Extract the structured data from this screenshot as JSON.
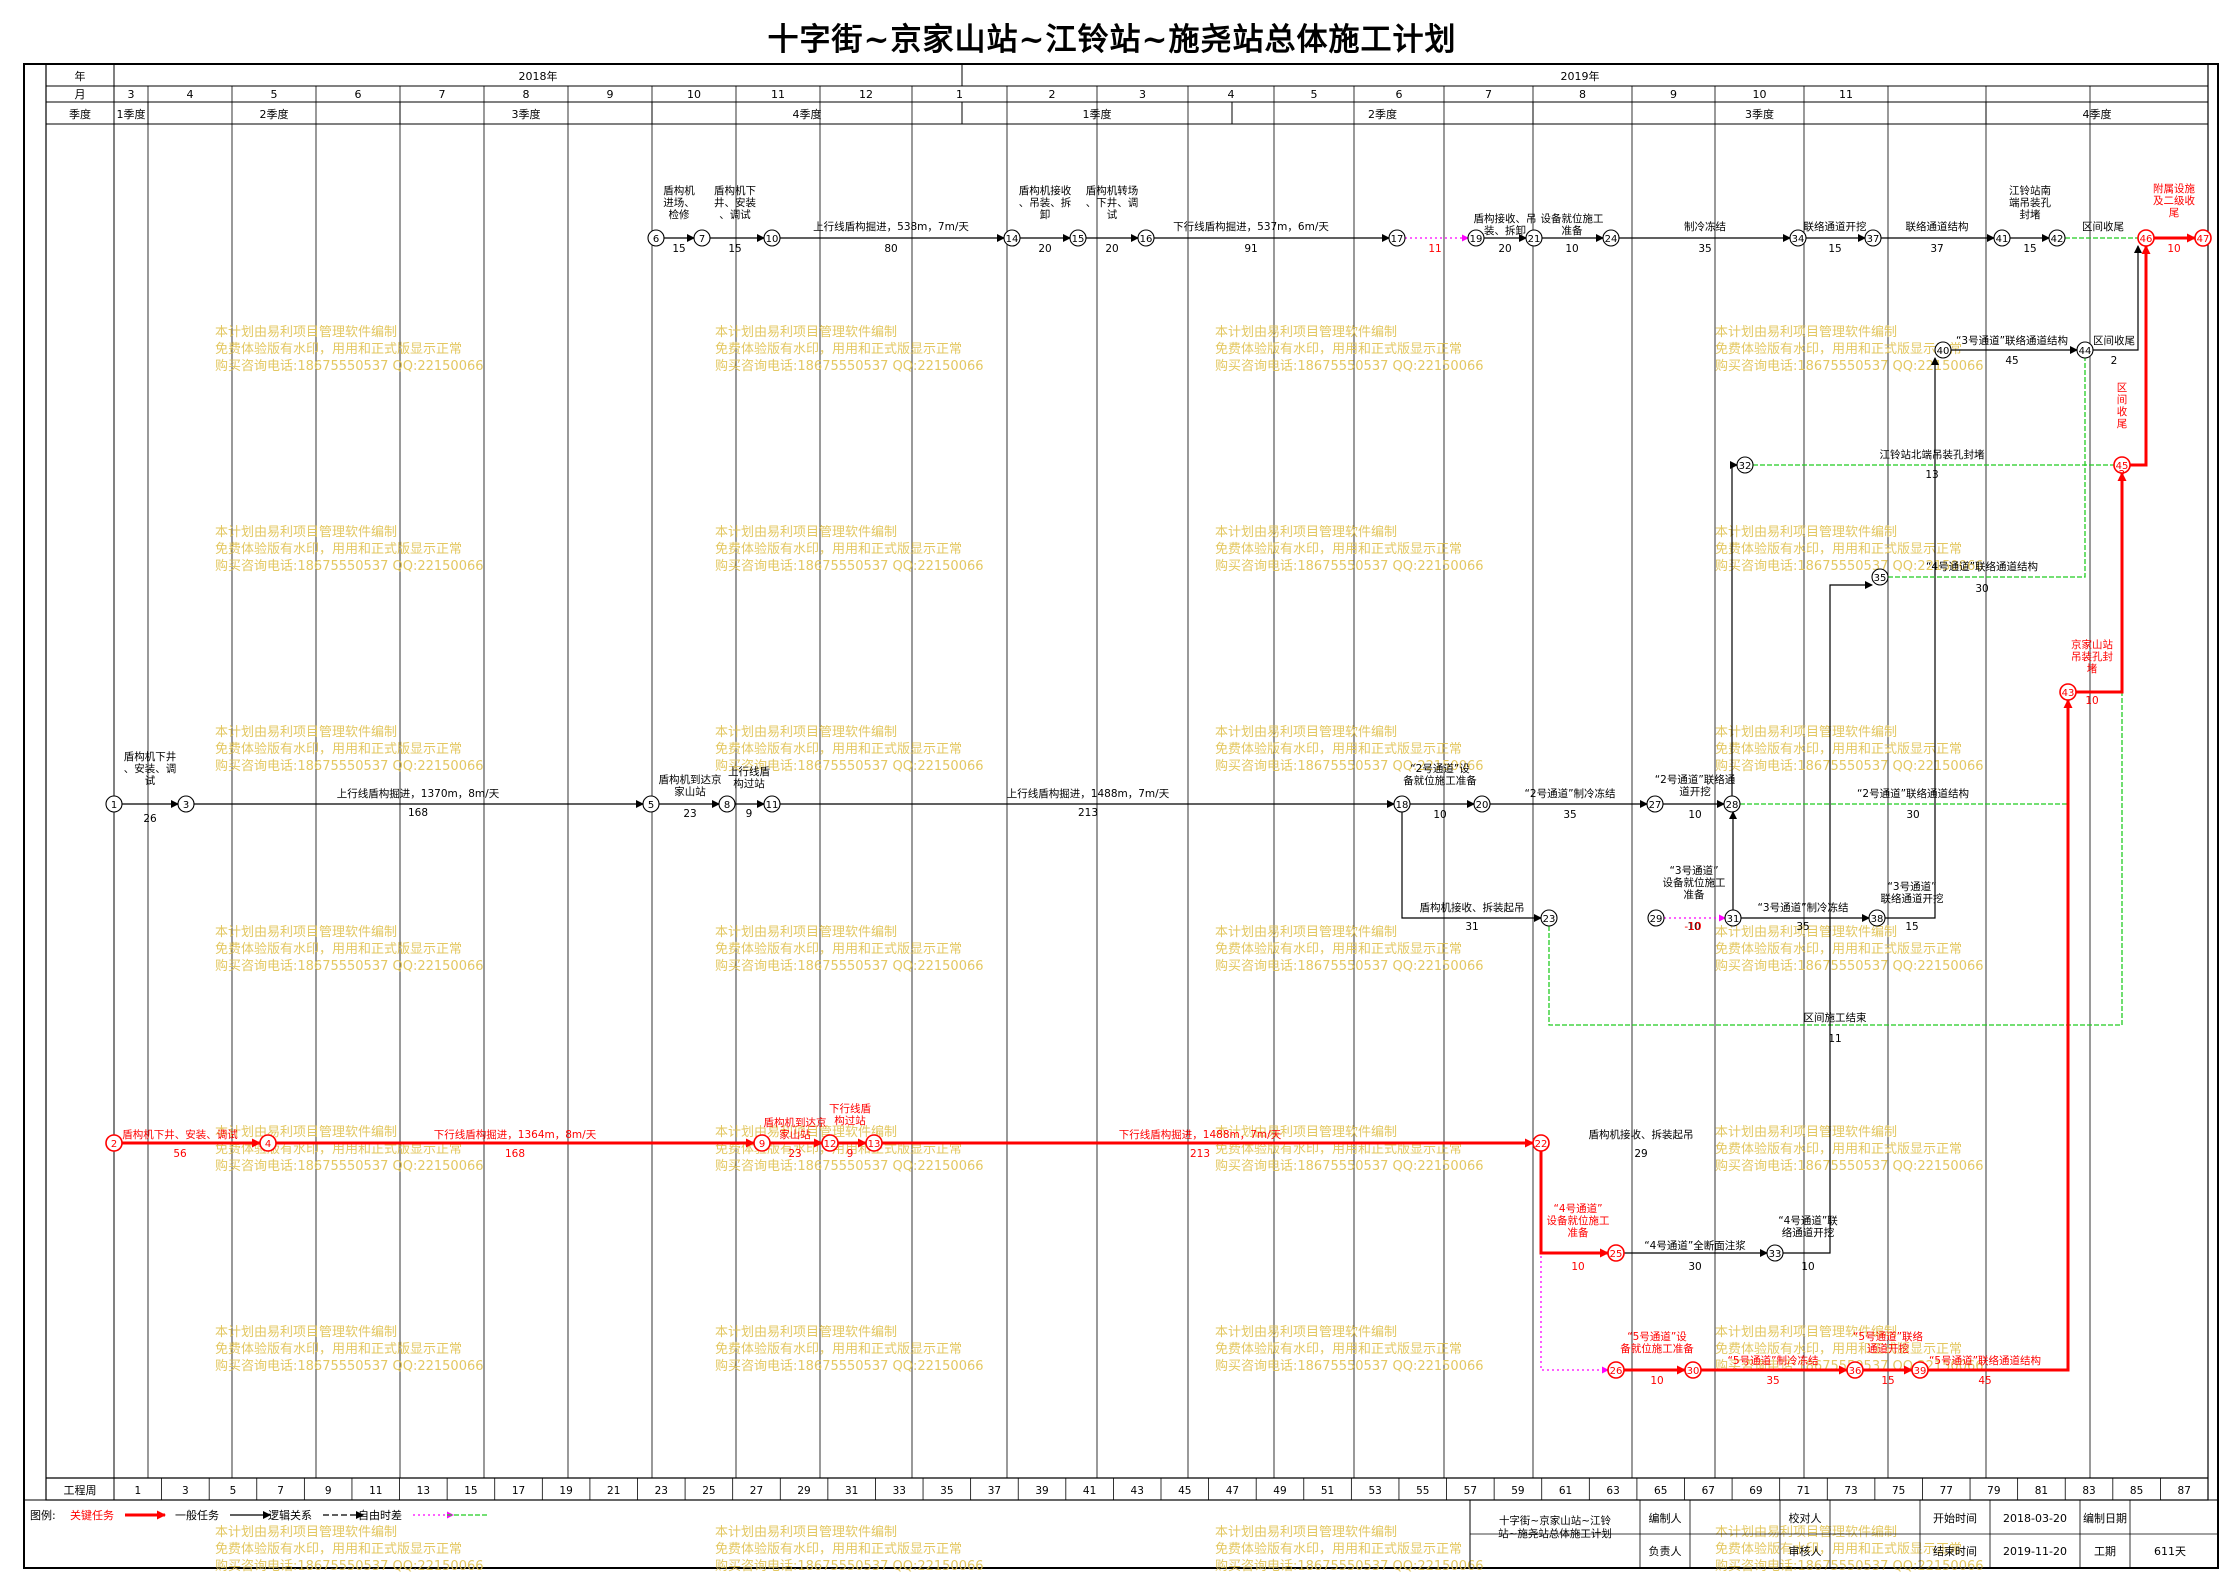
{
  "title": "十字街~京家山站~江铃站~施尧站总体施工计划",
  "header": {
    "row_labels": {
      "year": "年",
      "month": "月",
      "quarter": "季度"
    },
    "years": [
      "2018年",
      "2019年"
    ],
    "months": [
      "3",
      "4",
      "5",
      "6",
      "7",
      "8",
      "9",
      "10",
      "11",
      "12",
      "1",
      "2",
      "3",
      "4",
      "5",
      "6",
      "7",
      "8",
      "9",
      "10",
      "11"
    ],
    "quarters": [
      "1季度",
      "2季度",
      "3季度",
      "4季度",
      "1季度",
      "2季度",
      "3季度",
      "4季度"
    ]
  },
  "week_axis": {
    "label": "工程周",
    "ticks": [
      "1",
      "3",
      "5",
      "7",
      "9",
      "11",
      "13",
      "15",
      "17",
      "19",
      "21",
      "23",
      "25",
      "27",
      "29",
      "31",
      "33",
      "35",
      "37",
      "39",
      "41",
      "43",
      "45",
      "47",
      "49",
      "51",
      "53",
      "55",
      "57",
      "59",
      "61",
      "63",
      "65",
      "67",
      "69",
      "71",
      "73",
      "75",
      "77",
      "79",
      "81",
      "83",
      "85",
      "87"
    ]
  },
  "legend": {
    "label": "图例:",
    "items": [
      {
        "text": "关键任务",
        "color": "#ff0000",
        "style": "solid-thick"
      },
      {
        "text": "一般任务",
        "color": "#000000",
        "style": "solid"
      },
      {
        "text": "逻辑关系",
        "color": "#000000",
        "style": "dashed"
      },
      {
        "text": "自由时差",
        "color": "#ff00ff",
        "style": "dotted"
      },
      {
        "text": "",
        "color": "#00cc00",
        "style": "wavy"
      }
    ]
  },
  "info_box": {
    "plan_name": "十字街~京家山站~江铃站~施尧站总体施工计划",
    "compiler_label": "编制人",
    "checker_label": "校对人",
    "owner_label": "负责人",
    "reviewer_label": "审核人",
    "start_label": "开始时间",
    "start_value": "2018-03-20",
    "end_label": "结束时间",
    "end_value": "2019-11-20",
    "date_label": "编制日期",
    "duration_label": "工期",
    "duration_value": "611天"
  },
  "watermark": {
    "lines": [
      "本计划由易利项目管理软件编制",
      "免费体验版有水印，用用和正式版显示正常",
      "购买咨询电话:18675550537 QQ:22150066"
    ]
  },
  "tasks": [
    {
      "label": "盾构机下井、安装、调试",
      "duration": "26"
    },
    {
      "label": "上行线盾构掘进，1370m，8m/天",
      "duration": "168"
    },
    {
      "label": "盾构机到达京家山站",
      "duration": "23"
    },
    {
      "label": "上行线盾构过站",
      "duration": "9"
    },
    {
      "label": "上行线盾构掘进，1488m，7m/天",
      "duration": "213"
    },
    {
      "label": "盾构机进场、检修",
      "duration": "15"
    },
    {
      "label": "盾构机下井、安装、调试",
      "duration": "15"
    },
    {
      "label": "上行线盾构掘进，538m，7m/天",
      "duration": "80"
    },
    {
      "label": "盾构机接收、吊装、拆卸",
      "duration": "20"
    },
    {
      "label": "盾构机转场、下井、调试",
      "duration": "20"
    },
    {
      "label": "下行线盾构掘进，537m，6m/天",
      "duration": "91"
    },
    {
      "label": "盾构接收、吊装、拆卸",
      "duration": "20"
    },
    {
      "label": "设备就位施工准备",
      "duration": "10"
    },
    {
      "label": "制冷冻结",
      "duration": "35"
    },
    {
      "label": "联络通道开挖",
      "duration": "15"
    },
    {
      "label": "联络通道结构",
      "duration": "37"
    },
    {
      "label": "江铃站南端吊装孔封堵",
      "duration": "15"
    },
    {
      "label": "区间收尾",
      "duration": ""
    },
    {
      "label": "附属设施及二级收尾",
      "duration": "10"
    },
    {
      "label": "“3号通道”联络通道结构",
      "duration": "45"
    },
    {
      "label": "区间收尾",
      "duration": "2"
    },
    {
      "label": "江铃站北端吊装孔封堵",
      "duration": "13"
    },
    {
      "label": "区间收尾",
      "duration": "2"
    },
    {
      "label": "“4号通道”联络通道结构",
      "duration": "30"
    },
    {
      "label": "京家山站吊装孔封堵",
      "duration": "10"
    },
    {
      "label": "“2号通道”设备就位施工准备",
      "duration": "10"
    },
    {
      "label": "“2号通道”制冷冻结",
      "duration": "35"
    },
    {
      "label": "“2号通道”联络通道开挖",
      "duration": "10"
    },
    {
      "label": "“2号通道”联络通道结构",
      "duration": "30"
    },
    {
      "label": "“3号通道”设备就位施工准备",
      "duration": "10"
    },
    {
      "label": "“3号通道”制冷冻结",
      "duration": "35"
    },
    {
      "label": "“3号通道”联络通道开挖",
      "duration": "15"
    },
    {
      "label": "盾构机接收、拆装起吊",
      "duration": "31"
    },
    {
      "label": "区间施工结束",
      "duration": "11"
    },
    {
      "label": "盾构机下井、安装、调试",
      "duration": "56"
    },
    {
      "label": "下行线盾构掘进，1364m，8m/天",
      "duration": "168"
    },
    {
      "label": "盾构机到达京家山站",
      "duration": "23"
    },
    {
      "label": "下行线盾构过站",
      "duration": "9"
    },
    {
      "label": "下行线盾构掘进，1488m，7m/天",
      "duration": "213"
    },
    {
      "label": "盾构机接收、拆装起吊",
      "duration": "29"
    },
    {
      "label": "“4号通道”设备就位施工准备",
      "duration": "10"
    },
    {
      "label": "“4号通道”全断面注浆",
      "duration": "30"
    },
    {
      "label": "“4号通道”联络通道开挖",
      "duration": "10"
    },
    {
      "label": "“5号通道”设备就位施工准备",
      "duration": "10"
    },
    {
      "label": "“5号通道”制冷冻结",
      "duration": "35"
    },
    {
      "label": "“5号通道”联络通道开挖",
      "duration": "15"
    },
    {
      "label": "“5号通道”联络通道结构",
      "duration": "45"
    }
  ]
}
